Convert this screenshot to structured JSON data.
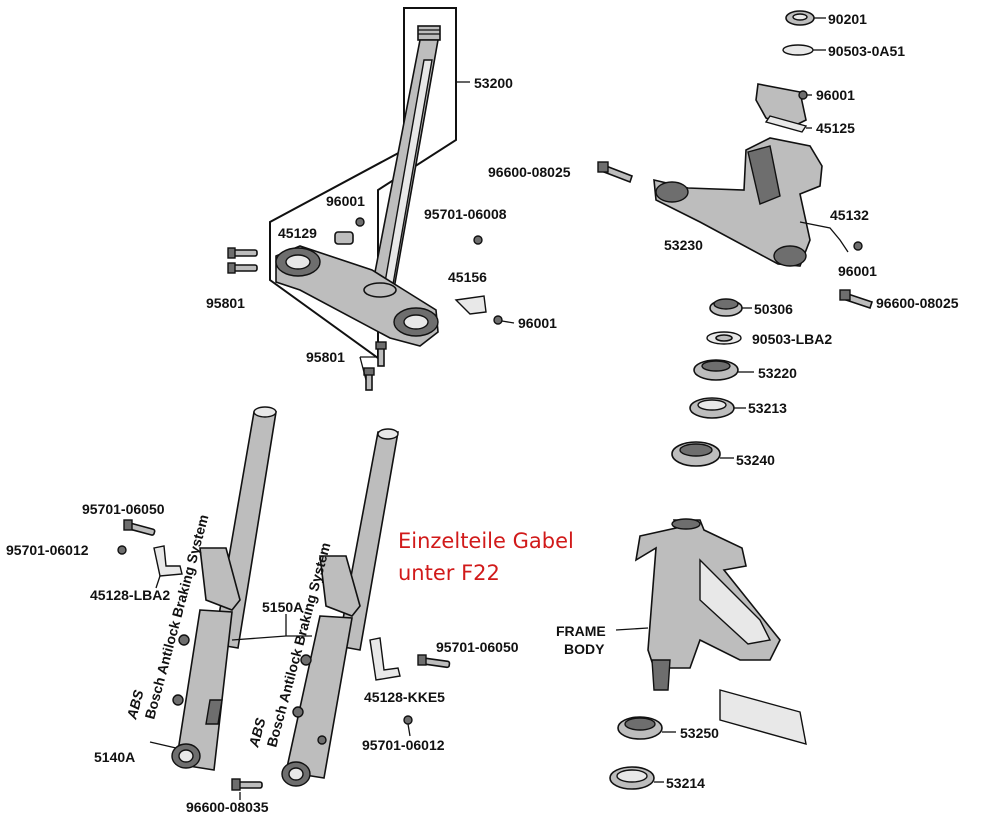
{
  "title": {
    "line1": "Einzelteile Gabel",
    "line2": "unter F22"
  },
  "parts": {
    "p53200": "53200",
    "p96001_a": "96001",
    "p45129": "45129",
    "p95701_06008": "95701-06008",
    "p45156": "45156",
    "p96001_b": "96001",
    "p95801_a": "95801",
    "p95801_b": "95801",
    "p90201": "90201",
    "p90503_0A51": "90503-0A51",
    "p96001_c": "96001",
    "p45125": "45125",
    "p96600_08025_a": "96600-08025",
    "p53230": "53230",
    "p45132": "45132",
    "p96001_d": "96001",
    "p96600_08025_b": "96600-08025",
    "p50306": "50306",
    "p90503_LBA2": "90503-LBA2",
    "p53220": "53220",
    "p53213": "53213",
    "p53240": "53240",
    "p95701_06050_a": "95701-06050",
    "p95701_06012_a": "95701-06012",
    "p45128_LBA2": "45128-LBA2",
    "p5150A": "5150A",
    "p95701_06050_b": "95701-06050",
    "p45128_KKE5": "45128-KKE5",
    "p95701_06012_b": "95701-06012",
    "p5140A": "5140A",
    "p96600_08035": "96600-08035",
    "frame_body_1": "FRAME",
    "frame_body_2": "BODY",
    "p53250": "53250",
    "p53214": "53214"
  },
  "logos": {
    "abs_text": "ABS",
    "abs_sub": "Bosch Antilock Braking System"
  }
}
